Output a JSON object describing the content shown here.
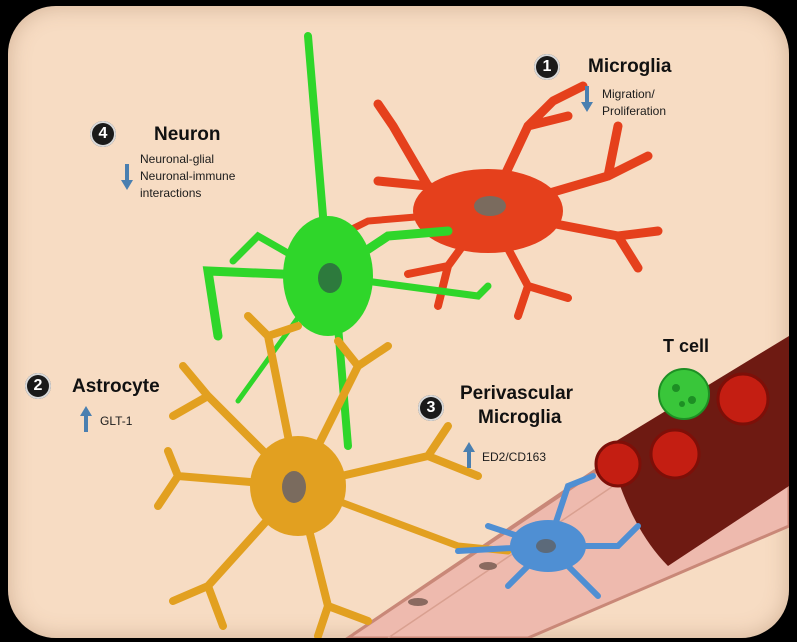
{
  "colors": {
    "background": "#f7dcc3",
    "neuron": "#2fd62a",
    "microglia": "#e5401c",
    "astrocyte": "#e2a020",
    "perivascular_microglia": "#4f8fd3",
    "vessel_wall": "#eebaae",
    "vessel_lumen": "#6e1a12",
    "red_blood_cell": "#c41e12",
    "t_cell": "#39c63a",
    "nucleus": "#7a6b5e",
    "arrow": "#4a7fb0"
  },
  "callouts": {
    "microglia": {
      "number": "1",
      "title": "Microglia",
      "direction": "down",
      "lines": [
        "Migration/",
        "Proliferation"
      ]
    },
    "astrocyte": {
      "number": "2",
      "title": "Astrocyte",
      "direction": "up",
      "lines": [
        "GLT-1"
      ]
    },
    "perivascular": {
      "number": "3",
      "title_lines": [
        "Perivascular",
        "Microglia"
      ],
      "direction": "up",
      "lines": [
        "ED2/CD163"
      ]
    },
    "neuron": {
      "number": "4",
      "title": "Neuron",
      "direction": "down",
      "lines": [
        "Neuronal-glial",
        "Neuronal-immune",
        "interactions"
      ]
    }
  },
  "vessel": {
    "label": "T cell"
  },
  "icons": {
    "down": "arrow-down-icon",
    "up": "arrow-up-icon"
  }
}
